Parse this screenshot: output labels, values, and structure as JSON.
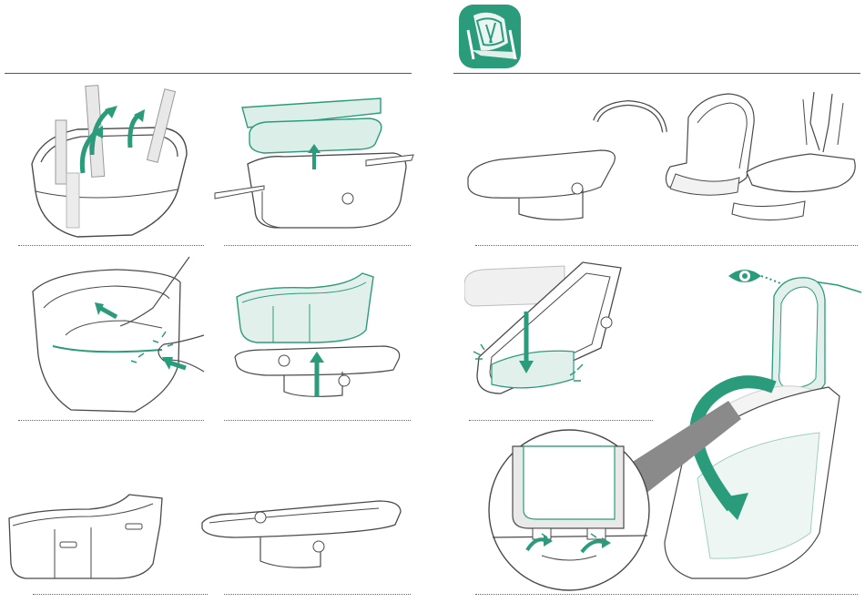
{
  "document": {
    "type": "assembly-instructions",
    "accent_color": "#2a9b7b",
    "line_color": "#4a4a4a",
    "header_icon": "seat-unit-icon",
    "steps_left": [
      {
        "id": "remove-mattress-straps",
        "icon": "remove-arrows-icon"
      },
      {
        "id": "remove-mattress-boards",
        "icon": "lift-boards-icon"
      },
      {
        "id": "unclip-fabric",
        "icon": "push-tabs-icon"
      },
      {
        "id": "lift-bassinet-off-frame",
        "icon": "lift-up-arrow-icon"
      },
      {
        "id": "bassinet-shell",
        "icon": "bassinet-icon"
      },
      {
        "id": "bassinet-frame",
        "icon": "frame-icon"
      }
    ],
    "steps_right": [
      {
        "id": "seat-components",
        "icon": "parts-overview-icon"
      },
      {
        "id": "attach-seat-board",
        "icon": "insert-board-icon"
      },
      {
        "id": "fold-backrest-check",
        "icon": "eye-icon"
      }
    ]
  }
}
